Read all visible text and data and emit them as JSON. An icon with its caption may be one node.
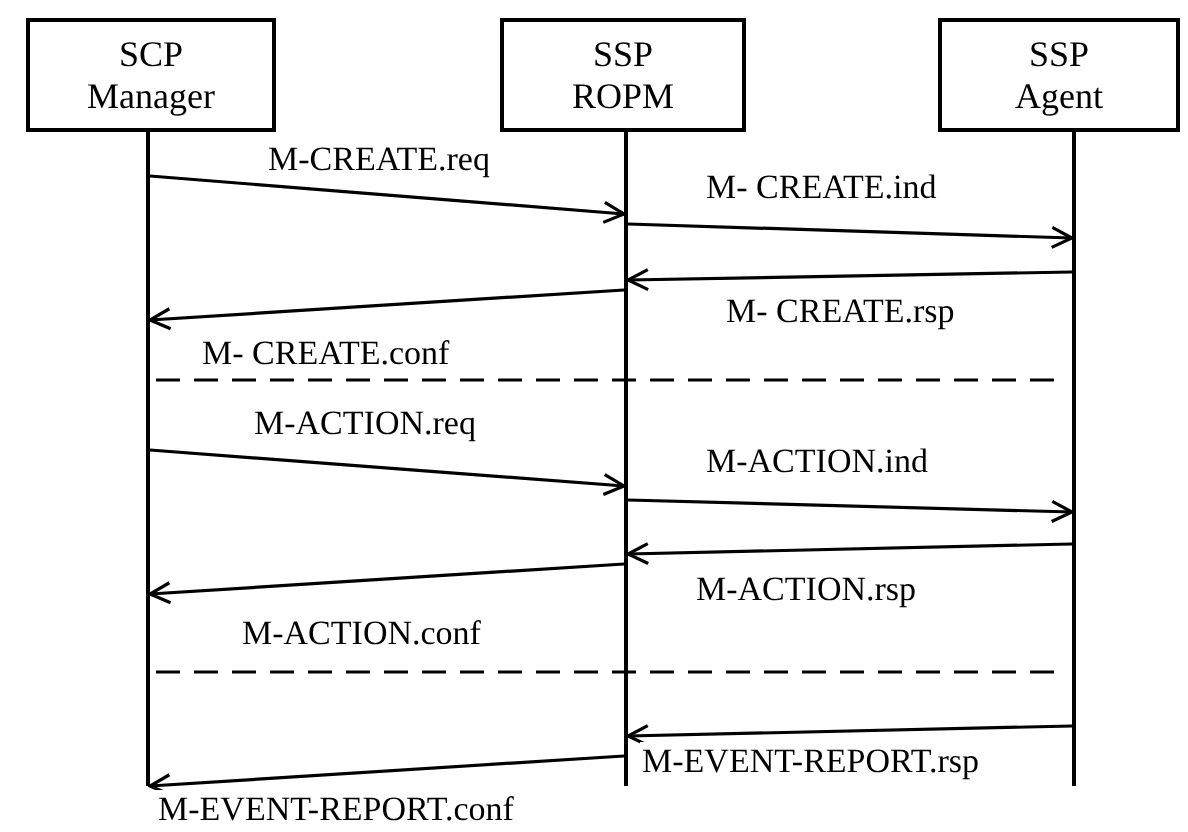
{
  "diagram": {
    "nodes": [
      {
        "text": [
          "SCP Manager"
        ]
      },
      {
        "text": [
          "SSP ROPM"
        ]
      },
      {
        "text": [
          "SSP Agent"
        ]
      }
    ],
    "edges": [
      {
        "from": 0,
        "to": 1,
        "arrow": "to",
        "label": "M-CREATE.req"
      },
      {
        "from": 1,
        "to": 2,
        "arrow": "to",
        "label": "M- CREATE.ind"
      },
      {
        "from": 2,
        "to": 1,
        "arrow": "to",
        "label": "M- CREATE.rsp"
      },
      {
        "from": 1,
        "to": 0,
        "arrow": "to",
        "label": "M- CREATE.conf"
      },
      {
        "from": 0,
        "to": 1,
        "arrow": "to",
        "label": "M-ACTION.req"
      },
      {
        "from": 1,
        "to": 2,
        "arrow": "to",
        "label": "M-ACTION.ind"
      },
      {
        "from": 2,
        "to": 1,
        "arrow": "to",
        "label": "M-ACTION.rsp"
      },
      {
        "from": 1,
        "to": 0,
        "arrow": "to",
        "label": "M-ACTION.conf"
      },
      {
        "from": 2,
        "to": 1,
        "arrow": "to",
        "label": "M-EVENT-REPORT.rsp"
      },
      {
        "from": 1,
        "to": 0,
        "arrow": "to",
        "label": "M-EVENT-REPORT.conf"
      }
    ]
  }
}
